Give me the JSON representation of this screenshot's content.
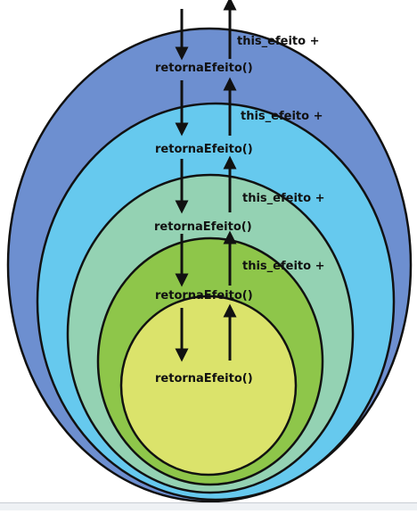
{
  "diagram": {
    "colors": {
      "level1": "#6d8fd0",
      "level2": "#66c9ee",
      "level3": "#94d2b3",
      "level4": "#8ec64a",
      "level5": "#dbe36b",
      "stroke": "#111111"
    },
    "calls": [
      "retornaEfeito()",
      "retornaEfeito()",
      "retornaEfeito()",
      "retornaEfeito()",
      "retornaEfeito()"
    ],
    "returns": [
      "this_efeito +",
      "this_efeito +",
      "this_efeito +",
      "this_efeito +"
    ]
  }
}
